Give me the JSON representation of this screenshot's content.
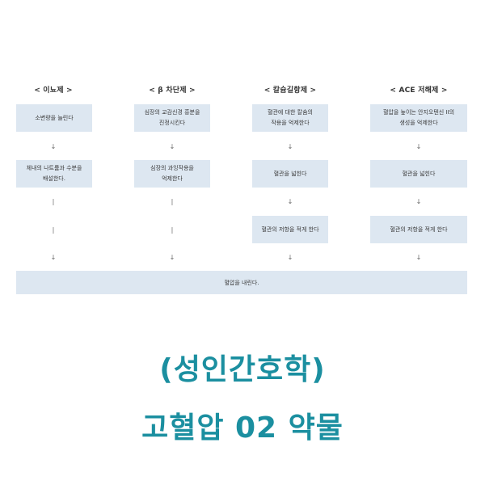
{
  "headers": [
    "< 이뇨제 >",
    "< β 차단제 >",
    "< 칼슘길항제 >",
    "< ACE 저해제 >"
  ],
  "col1": {
    "row1": "소변량을 늘린다",
    "arrow1": "↓",
    "row2": "체내의 나트륨과 수분을\n배설한다.",
    "bar1": "|",
    "bar2": "|",
    "arrow2": "↓"
  },
  "col2": {
    "row1": "심장의 교감신경 흥분을\n진정시킨다",
    "arrow1": "↓",
    "row2": "심장의 과잉작용을\n억제한다",
    "bar1": "|",
    "bar2": "|",
    "arrow2": "↓"
  },
  "col3": {
    "row1": "혈관에 대한 칼슘의\n작용을 억제한다",
    "arrow1": "↓",
    "row2": "혈관을 넓힌다",
    "arrow2": "↓",
    "row3": "혈관의 저항을 적게 한다",
    "arrow3": "↓"
  },
  "col4": {
    "row1": "혈압을 높이는 안지오텐신 II의\n생성을 억제한다",
    "arrow1": "↓",
    "row2": "혈관을 넓힌다",
    "arrow2": "↓",
    "row3": "혈관의 저항을 적게 한다",
    "arrow3": "↓"
  },
  "bottom": "혈압을 내린다.",
  "title_line1": "(성인간호학)",
  "title_line2": "고혈압 02 약물",
  "colors": {
    "box_fill": "#dde7f1",
    "title": "#1b8fa0"
  }
}
